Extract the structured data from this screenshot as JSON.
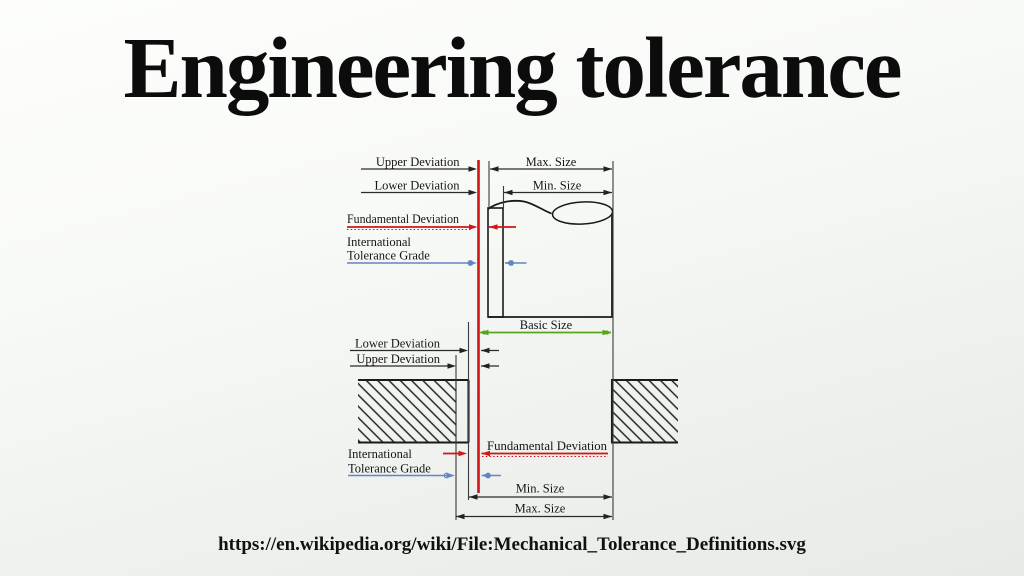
{
  "title": "Engineering tolerance",
  "source_url": "https://en.wikipedia.org/wiki/File:Mechanical_Tolerance_Definitions.svg",
  "colors": {
    "deviation_red": "#d31414",
    "tolerance_grade_blue": "#6385c2",
    "basic_size_green": "#56a41f",
    "line_black": "#222222",
    "background": "#eef1ed"
  },
  "diagram": {
    "top_section": {
      "upper_deviation": "Upper Deviation",
      "lower_deviation": "Lower Deviation",
      "max_size": "Max. Size",
      "min_size": "Min. Size",
      "fundamental_deviation": "Fundamental Deviation",
      "international_line1": "International",
      "international_line2": "Tolerance Grade"
    },
    "middle_section": {
      "basic_size": "Basic Size"
    },
    "bottom_section": {
      "lower_deviation": "Lower Deviation",
      "upper_deviation": "Upper Deviation",
      "fundamental_deviation": "Fundamental Deviation",
      "international_line1": "International",
      "international_line2": "Tolerance Grade",
      "min_size": "Min. Size",
      "max_size": "Max. Size"
    }
  }
}
